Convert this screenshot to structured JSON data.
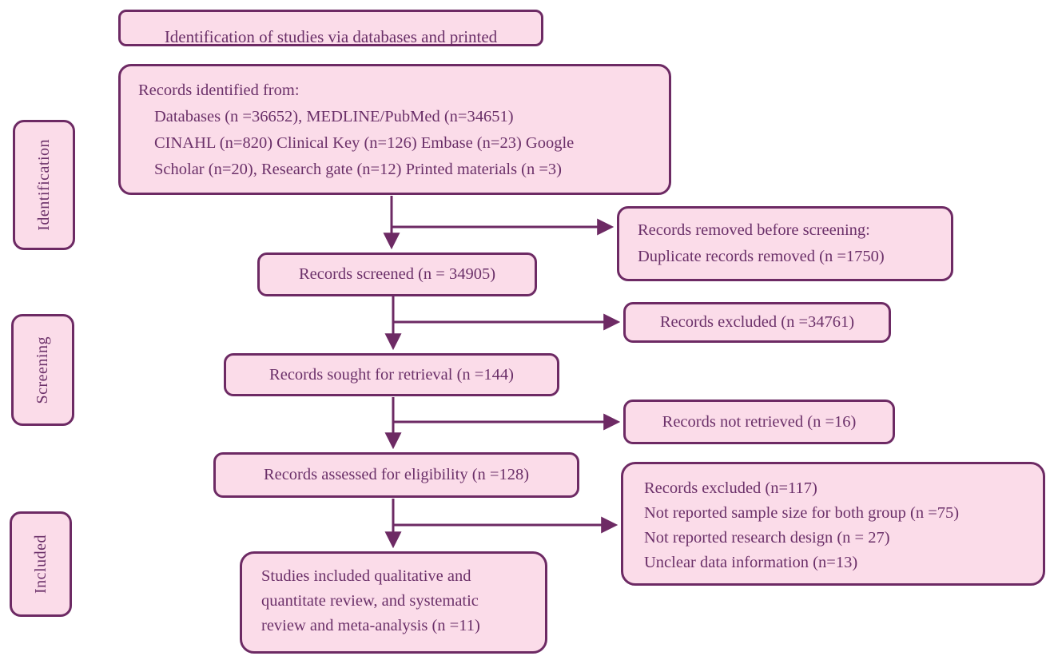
{
  "colors": {
    "box_fill": "#fbdce9",
    "box_border": "#6d2a64",
    "text": "#6b3069",
    "background": "#ffffff"
  },
  "title_box": {
    "text": "Identification of studies via databases and printed"
  },
  "stage_labels": [
    "Identification",
    "Screening",
    "Included"
  ],
  "flow": {
    "identified": {
      "lines": [
        "Records identified from:",
        "Databases (n =36652), MEDLINE/PubMed (n=34651)",
        "CINAHL (n=820) Clinical Key (n=126) Embase (n=23) Google",
        "Scholar (n=20), Research gate (n=12) Printed materials (n =3)"
      ]
    },
    "screened": {
      "text": "Records screened (n = 34905)"
    },
    "sought": {
      "text": "Records sought for retrieval (n =144)"
    },
    "assessed": {
      "text": "Records assessed for eligibility (n =128)"
    },
    "included": {
      "lines": [
        "Studies included qualitative and",
        "quantitate review, and systematic",
        "review and meta-analysis (n =11)"
      ]
    }
  },
  "side_boxes": {
    "removed_before_screening": {
      "lines": [
        "Records removed before screening:",
        "Duplicate records removed (n =1750)"
      ]
    },
    "excluded_screening": {
      "text": "Records excluded (n =34761)"
    },
    "not_retrieved": {
      "text": "Records not retrieved (n =16)"
    },
    "excluded_eligibility": {
      "lines": [
        "Records excluded (n=117)",
        "Not reported sample size for both group (n =75)",
        "Not reported research design (n = 27)",
        "Unclear data information (n=13)"
      ]
    }
  }
}
